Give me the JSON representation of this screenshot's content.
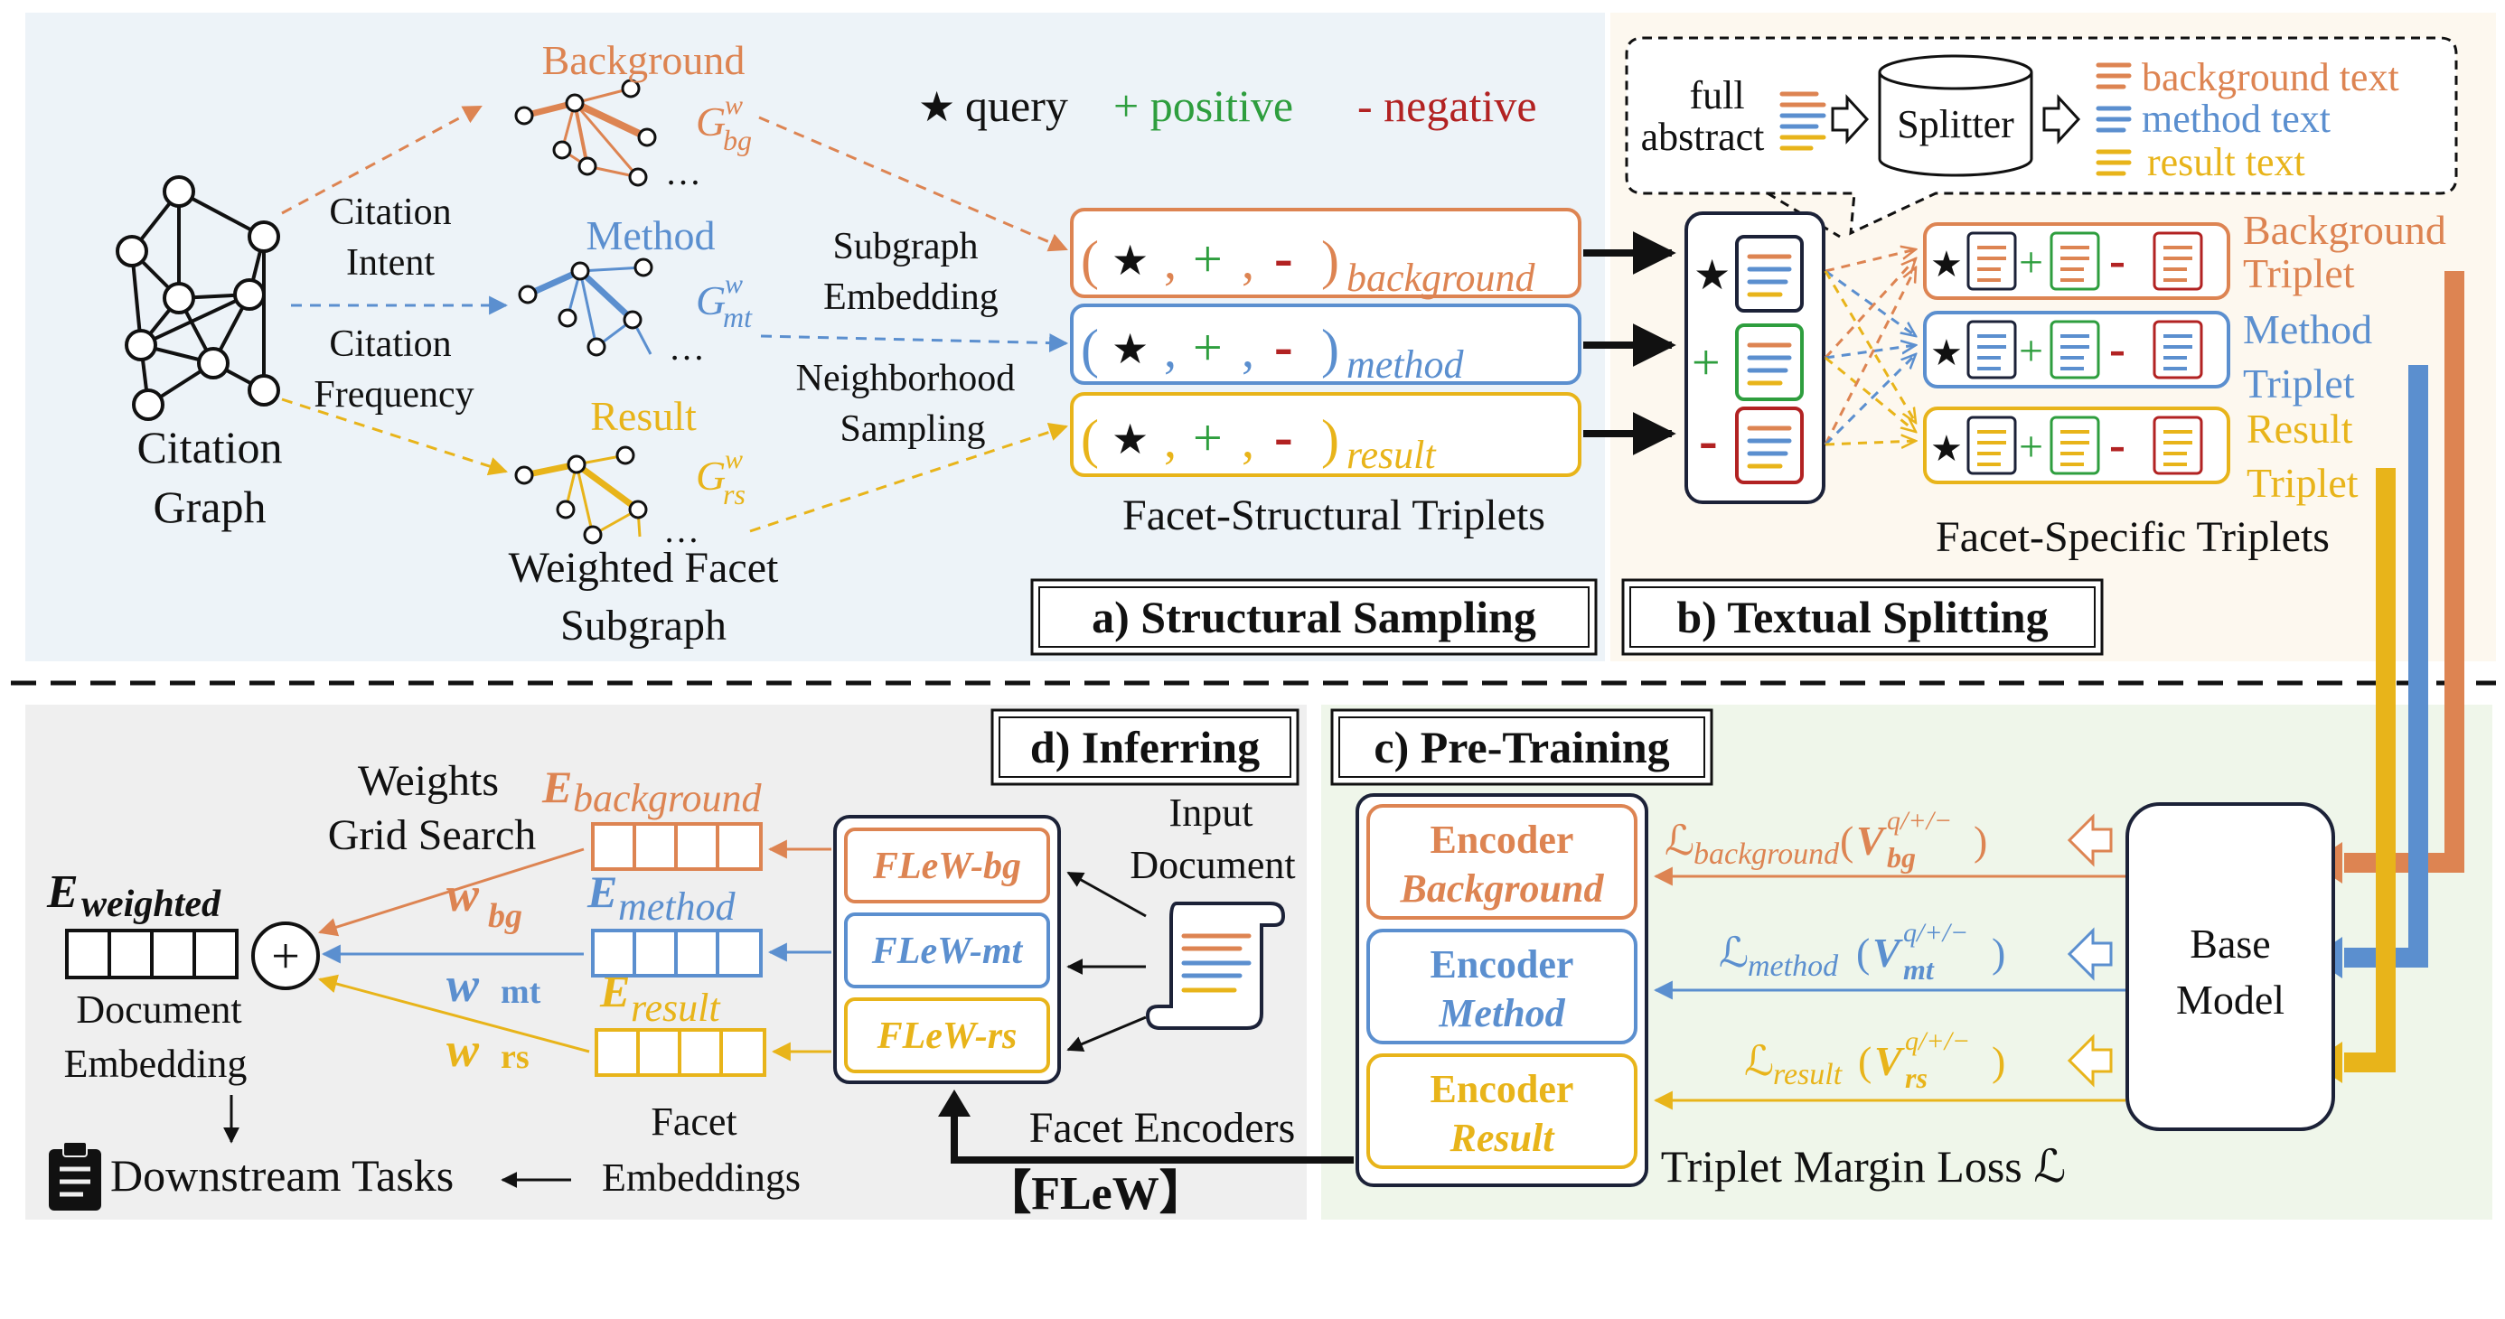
{
  "colors": {
    "bg": "#dd8452",
    "mt": "#5b8fcf",
    "rs": "#e8b41a",
    "positive": "#2e9e3e",
    "negative": "#b22222",
    "ink": "#111111",
    "navy": "#1c2238",
    "panel_a": "#edf3f8",
    "panel_b": "#fdf8ef",
    "panel_c": "#eff6ea",
    "panel_d": "#efefef"
  },
  "legend": {
    "star": "★",
    "query": "query",
    "positive": "+ positive",
    "negative": "- negative"
  },
  "panel_a": {
    "citation_graph": [
      "Citation",
      "Graph"
    ],
    "citation_intent": [
      "Citation",
      "Intent"
    ],
    "citation_frequency": [
      "Citation",
      "Frequency"
    ],
    "subgraph_embedding": [
      "Subgraph",
      "Embedding"
    ],
    "neighborhood_sampling": [
      "Neighborhood",
      "Sampling"
    ],
    "weighted_facet_subgraph": [
      "Weighted Facet",
      "Subgraph"
    ],
    "facet_structural_triplets": "Facet-Structural Triplets",
    "facets": [
      {
        "name": "Background",
        "glabel": "G",
        "sup": "w",
        "sub": "bg",
        "ellipsis": "…",
        "color_key": "bg"
      },
      {
        "name": "Method",
        "glabel": "G",
        "sup": "w",
        "sub": "mt",
        "ellipsis": "…",
        "color_key": "mt"
      },
      {
        "name": "Result",
        "glabel": "G",
        "sup": "w",
        "sub": "rs",
        "ellipsis": "…",
        "color_key": "rs"
      }
    ],
    "triplets": [
      {
        "open": "(",
        "star": "★",
        "plus": "+",
        "minus": "-",
        "close": ")",
        "sub": "background",
        "color_key": "bg"
      },
      {
        "open": "(",
        "star": "★",
        "plus": "+",
        "minus": "-",
        "close": ")",
        "sub": "method",
        "color_key": "mt"
      },
      {
        "open": "(",
        "star": "★",
        "plus": "+",
        "minus": "-",
        "close": ")",
        "sub": "result",
        "color_key": "rs"
      }
    ],
    "title": "a) Structural Sampling"
  },
  "panel_b": {
    "full_abstract": [
      "full",
      "abstract"
    ],
    "splitter": "Splitter",
    "texts": [
      "background text",
      "method text",
      "result text"
    ],
    "specific_triplets": [
      {
        "label": [
          "Background",
          "Triplet"
        ]
      },
      {
        "label": [
          "Method",
          "Triplet"
        ]
      },
      {
        "label": [
          "Result",
          "Triplet"
        ]
      }
    ],
    "facet_specific_triplets": "Facet-Specific Triplets",
    "title": "b) Textual Splitting"
  },
  "panel_c": {
    "title": "c) Pre-Training",
    "encoders": [
      {
        "line1": "Encoder",
        "line2": "Background"
      },
      {
        "line1": "Encoder",
        "line2": "Method"
      },
      {
        "line1": "Encoder",
        "line2": "Result"
      }
    ],
    "losses": [
      {
        "L": "ℒ",
        "sub": "background",
        "open": "(",
        "V": "V",
        "vsub": "bg",
        "vsup": "q/+/−",
        "close": ")"
      },
      {
        "L": "ℒ",
        "sub": "method",
        "open": "(",
        "V": "V",
        "vsub": "mt",
        "vsup": "q/+/−",
        "close": ")"
      },
      {
        "L": "ℒ",
        "sub": "result",
        "open": "(",
        "V": "V",
        "vsub": "rs",
        "vsup": "q/+/−",
        "close": ")"
      }
    ],
    "base_model": [
      "Base",
      "Model"
    ],
    "triplet_margin_loss": "Triplet Margin Loss ℒ"
  },
  "panel_d": {
    "title": "d) Inferring",
    "weights_grid_search": [
      "Weights",
      "Grid Search"
    ],
    "embeddings": [
      {
        "E": "E",
        "sub": "background"
      },
      {
        "E": "E",
        "sub": "method"
      },
      {
        "E": "E",
        "sub": "result"
      }
    ],
    "weights": [
      {
        "w": "w",
        "sub": "bg"
      },
      {
        "w": "w",
        "sub": "mt"
      },
      {
        "w": "w",
        "sub": "rs"
      }
    ],
    "flew": [
      "FLeW-bg",
      "FLeW-mt",
      "FLeW-rs"
    ],
    "input_document": [
      "Input",
      "Document"
    ],
    "e_weighted": {
      "E": "E",
      "sub": "weighted"
    },
    "plus": "+",
    "document_embedding": [
      "Document",
      "Embedding"
    ],
    "downstream_tasks": "Downstream Tasks",
    "facet_embeddings": [
      "Facet",
      "Embeddings"
    ],
    "facet_encoders": "Facet Encoders",
    "flew_brand": "【FLeW】"
  }
}
